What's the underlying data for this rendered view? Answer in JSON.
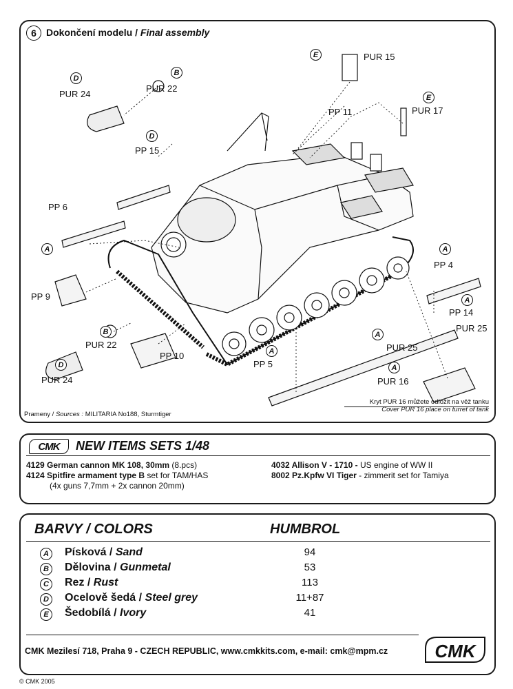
{
  "assembly": {
    "step_number": "6",
    "title_cz": "Dokončení modelu /",
    "title_en": "Final assembly",
    "parts": [
      {
        "id": "pur24-top",
        "letter": "D",
        "label": "PUR 24"
      },
      {
        "id": "pur22-top",
        "letter": "B",
        "label": "PUR 22"
      },
      {
        "id": "pp15",
        "letter": "D",
        "label": "PP 15"
      },
      {
        "id": "pur15",
        "letter": "E",
        "label": "PUR 15"
      },
      {
        "id": "pp11",
        "letter": "",
        "label": "PP 11"
      },
      {
        "id": "pur17",
        "letter": "E",
        "label": "PUR 17"
      },
      {
        "id": "pp6",
        "letter": "",
        "label": "PP 6"
      },
      {
        "id": "pp9",
        "letter": "A",
        "label": "PP 9"
      },
      {
        "id": "pur22-bottom",
        "letter": "B",
        "label": "PUR 22"
      },
      {
        "id": "pur24-bottom",
        "letter": "D",
        "label": "PUR 24"
      },
      {
        "id": "pp10",
        "letter": "",
        "label": "PP 10"
      },
      {
        "id": "pp5",
        "letter": "A",
        "label": "PP 5"
      },
      {
        "id": "pp4",
        "letter": "A",
        "label": "PP 4"
      },
      {
        "id": "pp14",
        "letter": "A",
        "label": "PP 14"
      },
      {
        "id": "pur25-right",
        "letter": "",
        "label": "PUR 25"
      },
      {
        "id": "pur25-left",
        "letter": "A",
        "label": "PUR 25"
      },
      {
        "id": "pur16",
        "letter": "A",
        "label": "PUR 16"
      }
    ],
    "sources_label": "Prameny /",
    "sources_label_en": "Sources :",
    "sources_value": "MILITARIA No188, Sturmtiger",
    "note_cz": "Kryt  PUR 16 můžete odložit na věž tanku",
    "note_en": "Cover PUR 16 place on turret of tank"
  },
  "new_items": {
    "logo": "CMK",
    "title": "NEW ITEMS SETS  1/48",
    "left": [
      {
        "code": "4129 German cannon MK 108, 30mm",
        "desc": " (8.pcs)"
      },
      {
        "code": "4124 Spitfire armament type B",
        "desc": " set for TAM/HAS"
      },
      {
        "code": "",
        "desc": "(4x guns 7,7mm + 2x cannon 20mm)"
      }
    ],
    "right": [
      {
        "code": "4032 Allison V - 1710 -",
        "desc": " US engine of WW II"
      },
      {
        "code": "8002 Pz.Kpfw VI Tiger",
        "desc": " - zimmerit set for Tamiya"
      }
    ]
  },
  "colors": {
    "heading": "BARVY / COLORS",
    "brand": "HUMBROL",
    "rows": [
      {
        "letter": "A",
        "cz": "Písková /",
        "en": "Sand",
        "value": "94"
      },
      {
        "letter": "B",
        "cz": "Dělovina /",
        "en": "Gunmetal",
        "value": "53"
      },
      {
        "letter": "C",
        "cz": "Rez /",
        "en": "Rust",
        "value": "113"
      },
      {
        "letter": "D",
        "cz": "Ocelově šedá /",
        "en": "Steel grey",
        "value": "11+87"
      },
      {
        "letter": "E",
        "cz": "Šedobílá /",
        "en": "Ivory",
        "value": "41"
      }
    ],
    "footer": "CMK  Mezilesí  718, Praha 9 -  CZECH REPUBLIC, www.cmkkits.com, e-mail: cmk@mpm.cz",
    "logo": "CMK"
  },
  "copyright": "© CMK 2005"
}
